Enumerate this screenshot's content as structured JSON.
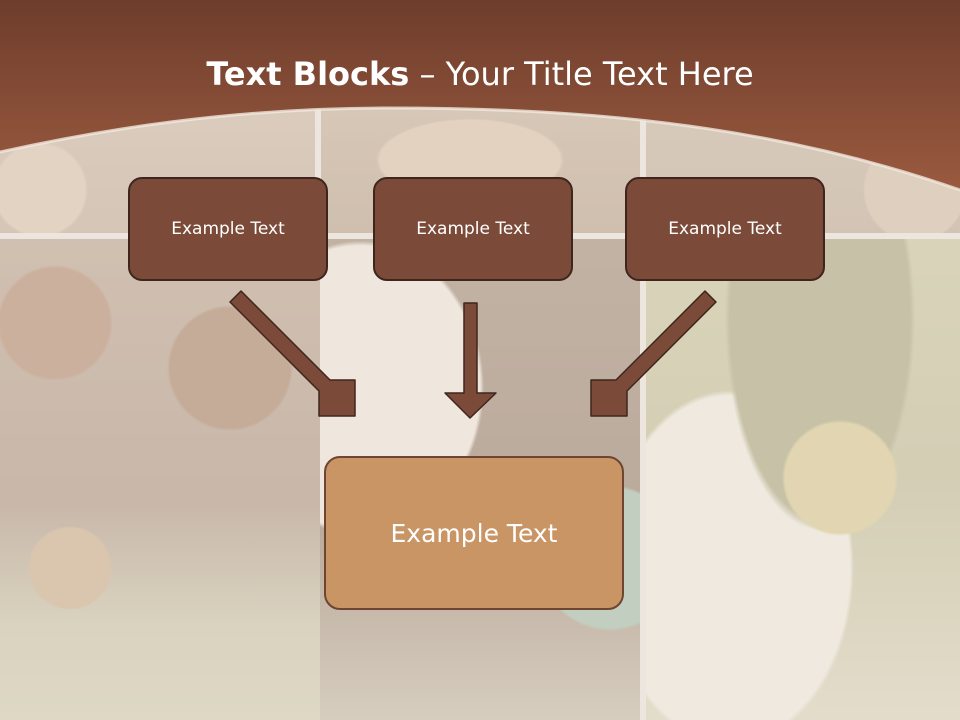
{
  "title": {
    "bold": "Text Blocks",
    "separator": " – ",
    "rest": "Your Title Text Here"
  },
  "boxes": {
    "top": [
      {
        "label": "Example Text"
      },
      {
        "label": "Example Text"
      },
      {
        "label": "Example Text"
      }
    ],
    "bottom": {
      "label": "Example Text"
    }
  },
  "colors": {
    "header": "#8b4a34",
    "box_top_fill": "#7b4a39",
    "box_bottom_fill": "#c99565",
    "arrow": "#7b4a39"
  }
}
